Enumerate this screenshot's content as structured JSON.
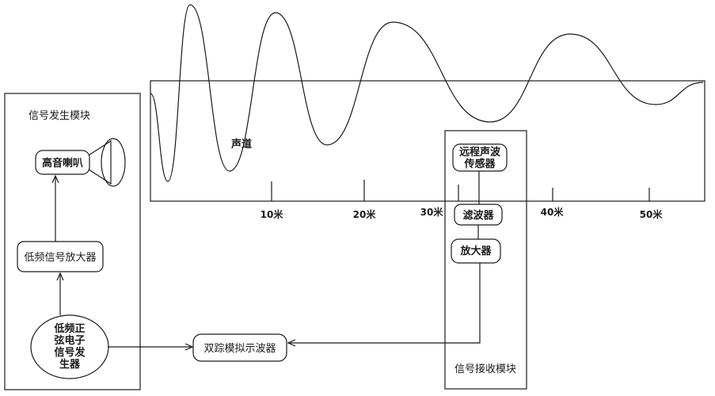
{
  "generator_module": {
    "title": "信号发生模块",
    "speaker": "高音喇叭",
    "amplifier": "低频信号放大器",
    "signal_generator_lines": [
      "低频正",
      "弦电子",
      "信号发",
      "生器"
    ]
  },
  "channel": {
    "label": "声道",
    "ticks": [
      "10米",
      "20米",
      "30米",
      "40米",
      "50米"
    ]
  },
  "receiver_module": {
    "title": "信号接收模块",
    "sensor_lines": [
      "远程声波",
      "传感器"
    ],
    "filter": "滤波器",
    "amplifier": "放大器"
  },
  "oscilloscope": "双踪模拟示波器"
}
